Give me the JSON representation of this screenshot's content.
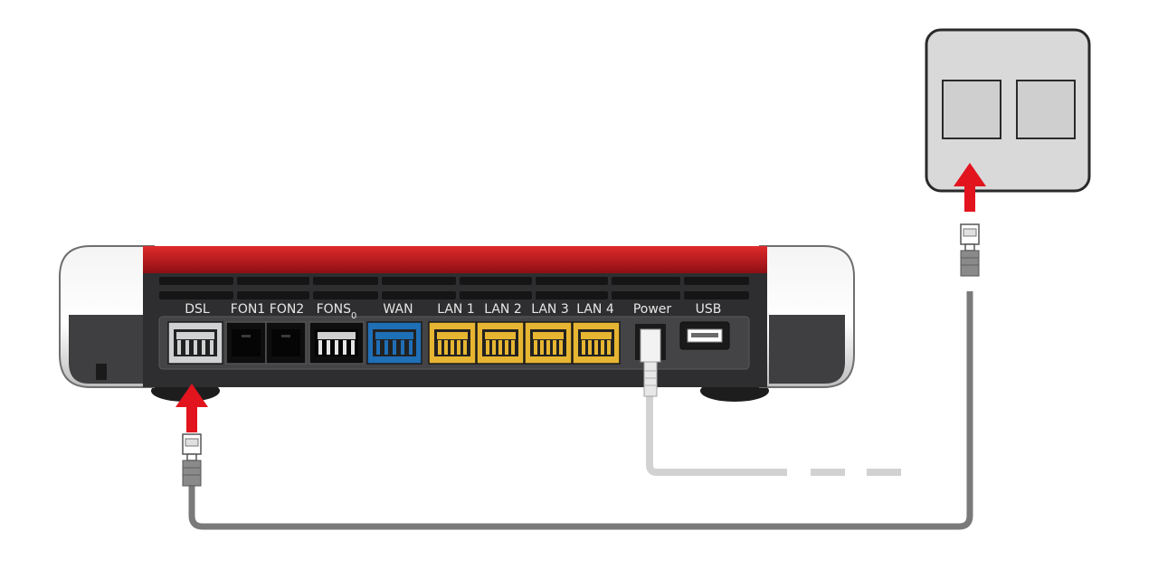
{
  "router": {
    "ports": [
      {
        "id": "dsl",
        "label": "DSL",
        "color": "#cfd1d3"
      },
      {
        "id": "fon1",
        "label": "FON1",
        "color": "#111111"
      },
      {
        "id": "fon2",
        "label": "FON2",
        "color": "#111111"
      },
      {
        "id": "fons",
        "label": "FONS",
        "sub": "0",
        "color": "#111111"
      },
      {
        "id": "wan",
        "label": "WAN",
        "color": "#1f6fb7"
      },
      {
        "id": "lan1",
        "label": "LAN 1",
        "color": "#e6b531"
      },
      {
        "id": "lan2",
        "label": "LAN 2",
        "color": "#e6b531"
      },
      {
        "id": "lan3",
        "label": "LAN 3",
        "color": "#e6b531"
      },
      {
        "id": "lan4",
        "label": "LAN 4",
        "color": "#e6b531"
      },
      {
        "id": "power",
        "label": "Power",
        "color": "#ffffff"
      },
      {
        "id": "usb",
        "label": "USB",
        "color": "#ffffff"
      }
    ],
    "top_color": "#c8171d",
    "body_color": "#2e2e30"
  },
  "wall_socket": {
    "color": "#d9d9d9",
    "outline": "#2a2a2a"
  },
  "cable": {
    "dsl_color": "#7a7a7a",
    "power_color": "#d2d2d2"
  },
  "arrow_color": "#e2141e"
}
